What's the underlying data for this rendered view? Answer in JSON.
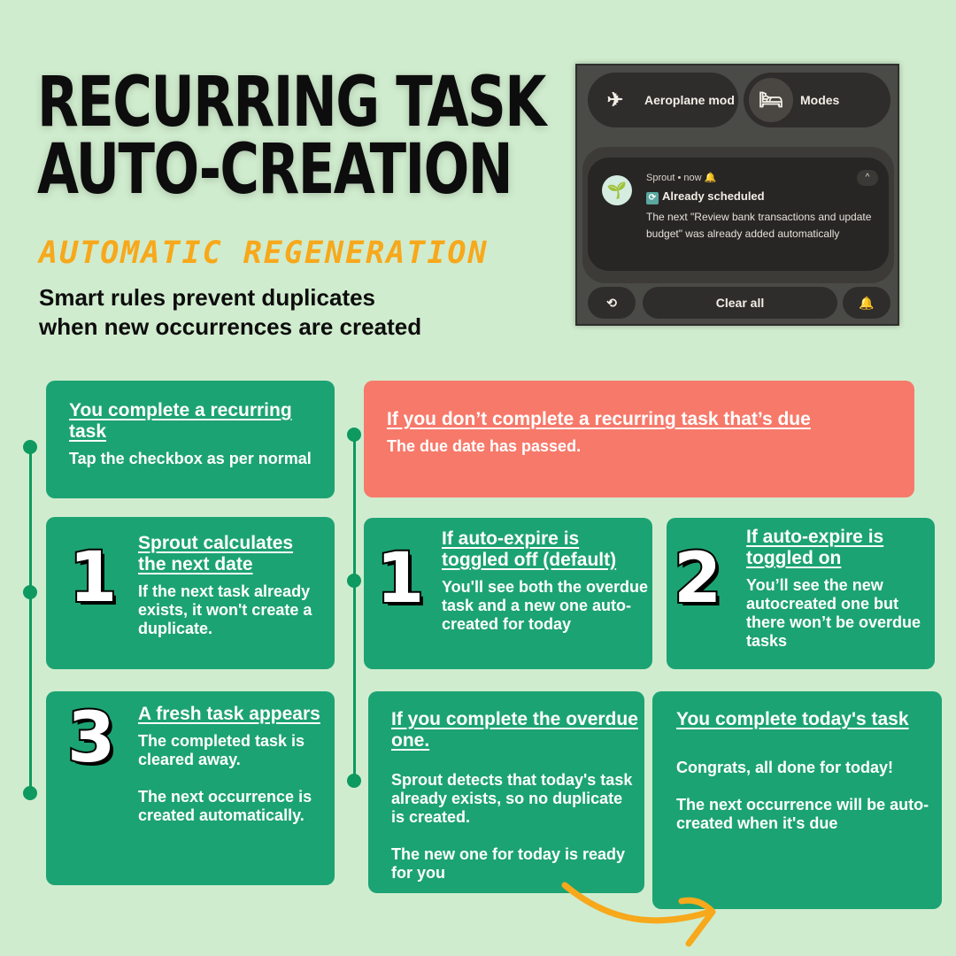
{
  "header": {
    "title_line1": "RECURRING TASK",
    "title_line2": "AUTO-CREATION",
    "subtitle": "AUTOMATIC REGENERATION",
    "tagline": "Smart rules prevent duplicates when new occurrences are created"
  },
  "phone": {
    "quick_tiles": [
      {
        "label": "Aeroplane mod",
        "icon": "airplane-icon"
      },
      {
        "label": "Modes",
        "icon": "bed-icon"
      }
    ],
    "notification": {
      "app": "Sprout",
      "time": "now",
      "meta": "Sprout • now",
      "icon": "sprout-app-icon",
      "alarm_icon": "alarm-bell-icon",
      "title": "Already scheduled",
      "title_emoji": "🔄",
      "body": "The next \"Review bank transactions and update budget\" was already added automatically",
      "expand_icon": "chevron-up-icon"
    },
    "bottom_bar": {
      "history_icon": "history-icon",
      "clear_all": "Clear all",
      "settings_icon": "notification-settings-icon"
    }
  },
  "left_flow": {
    "cards": [
      {
        "heading": "You complete a recurring task",
        "body": [
          "Tap the checkbox as per normal"
        ]
      },
      {
        "number": "1",
        "heading": "Sprout calculates the next date",
        "body": [
          "If the next task already exists, it won't create a duplicate."
        ]
      },
      {
        "number": "3",
        "heading": "A fresh task appears",
        "body": [
          "The completed task is cleared away.",
          "The next occurrence is created automatically."
        ]
      }
    ]
  },
  "right_flow": {
    "alert": {
      "heading": "If you don’t complete a recurring task that’s due",
      "body": "The due date has passed."
    },
    "options": [
      {
        "number": "1",
        "heading": "If auto-expire is toggled off (default)",
        "body": "You'll see both the overdue task and a new one auto-created for today"
      },
      {
        "number": "2",
        "heading": "If auto-expire is toggled on",
        "body": "You’ll see the new autocreated one but there won’t be overdue tasks"
      }
    ],
    "outcomes": [
      {
        "heading": "If you complete the overdue one.",
        "body": [
          "Sprout detects that today's task already exists, so no duplicate is created.",
          "The new one for today is ready for you"
        ]
      },
      {
        "heading": "You complete today's task",
        "body": [
          "Congrats, all done for today!",
          "The next occurrence will be auto-created when it's due"
        ]
      }
    ]
  },
  "colors": {
    "background": "#d0ecce",
    "card_green": "#1ca373",
    "card_red": "#f7796a",
    "accent_orange": "#f7a81b",
    "timeline_green": "#0d9960"
  }
}
